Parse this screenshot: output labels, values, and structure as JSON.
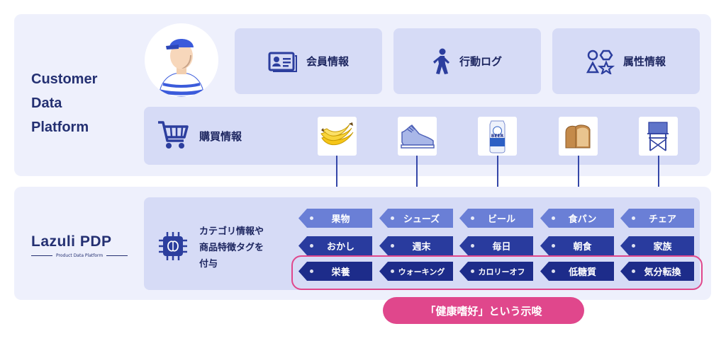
{
  "cdp": {
    "title": "Customer\nData\nPlatform",
    "attributes": [
      {
        "label": "会員情報",
        "icon": "id-card-icon"
      },
      {
        "label": "行動ログ",
        "icon": "walking-person-icon"
      },
      {
        "label": "属性情報",
        "icon": "shapes-icon"
      }
    ],
    "purchase": {
      "label": "購買情報",
      "icon": "shopping-cart-icon"
    },
    "products": [
      {
        "name": "banana",
        "icon": "banana-icon"
      },
      {
        "name": "sneaker",
        "icon": "sneaker-icon"
      },
      {
        "name": "beer",
        "icon": "beer-icon",
        "label": "BEER"
      },
      {
        "name": "bread",
        "icon": "bread-icon"
      },
      {
        "name": "chair",
        "icon": "folding-chair-icon"
      }
    ]
  },
  "pdp": {
    "logo": {
      "name": "Lazuli PDP",
      "sub": "Product Data Platform"
    },
    "tagging_label": "カテゴリ情報や\n商品特徴タグを\n付与",
    "tag_columns": [
      [
        "果物",
        "おかし",
        "栄養"
      ],
      [
        "シューズ",
        "週末",
        "ウォーキング"
      ],
      [
        "ビール",
        "毎日",
        "カロリーオフ"
      ],
      [
        "食パン",
        "朝食",
        "低糖質"
      ],
      [
        "チェア",
        "家族",
        "気分転換"
      ]
    ],
    "insight": "「健康嗜好」という示唆"
  },
  "colors": {
    "panel": "#eef0fc",
    "box": "#d6dbf6",
    "tag_light": "#6a7fd6",
    "tag_dark": "#293b9e",
    "tag_deep": "#1d2c8a",
    "highlight": "#e0478c",
    "text": "#1d2660"
  }
}
